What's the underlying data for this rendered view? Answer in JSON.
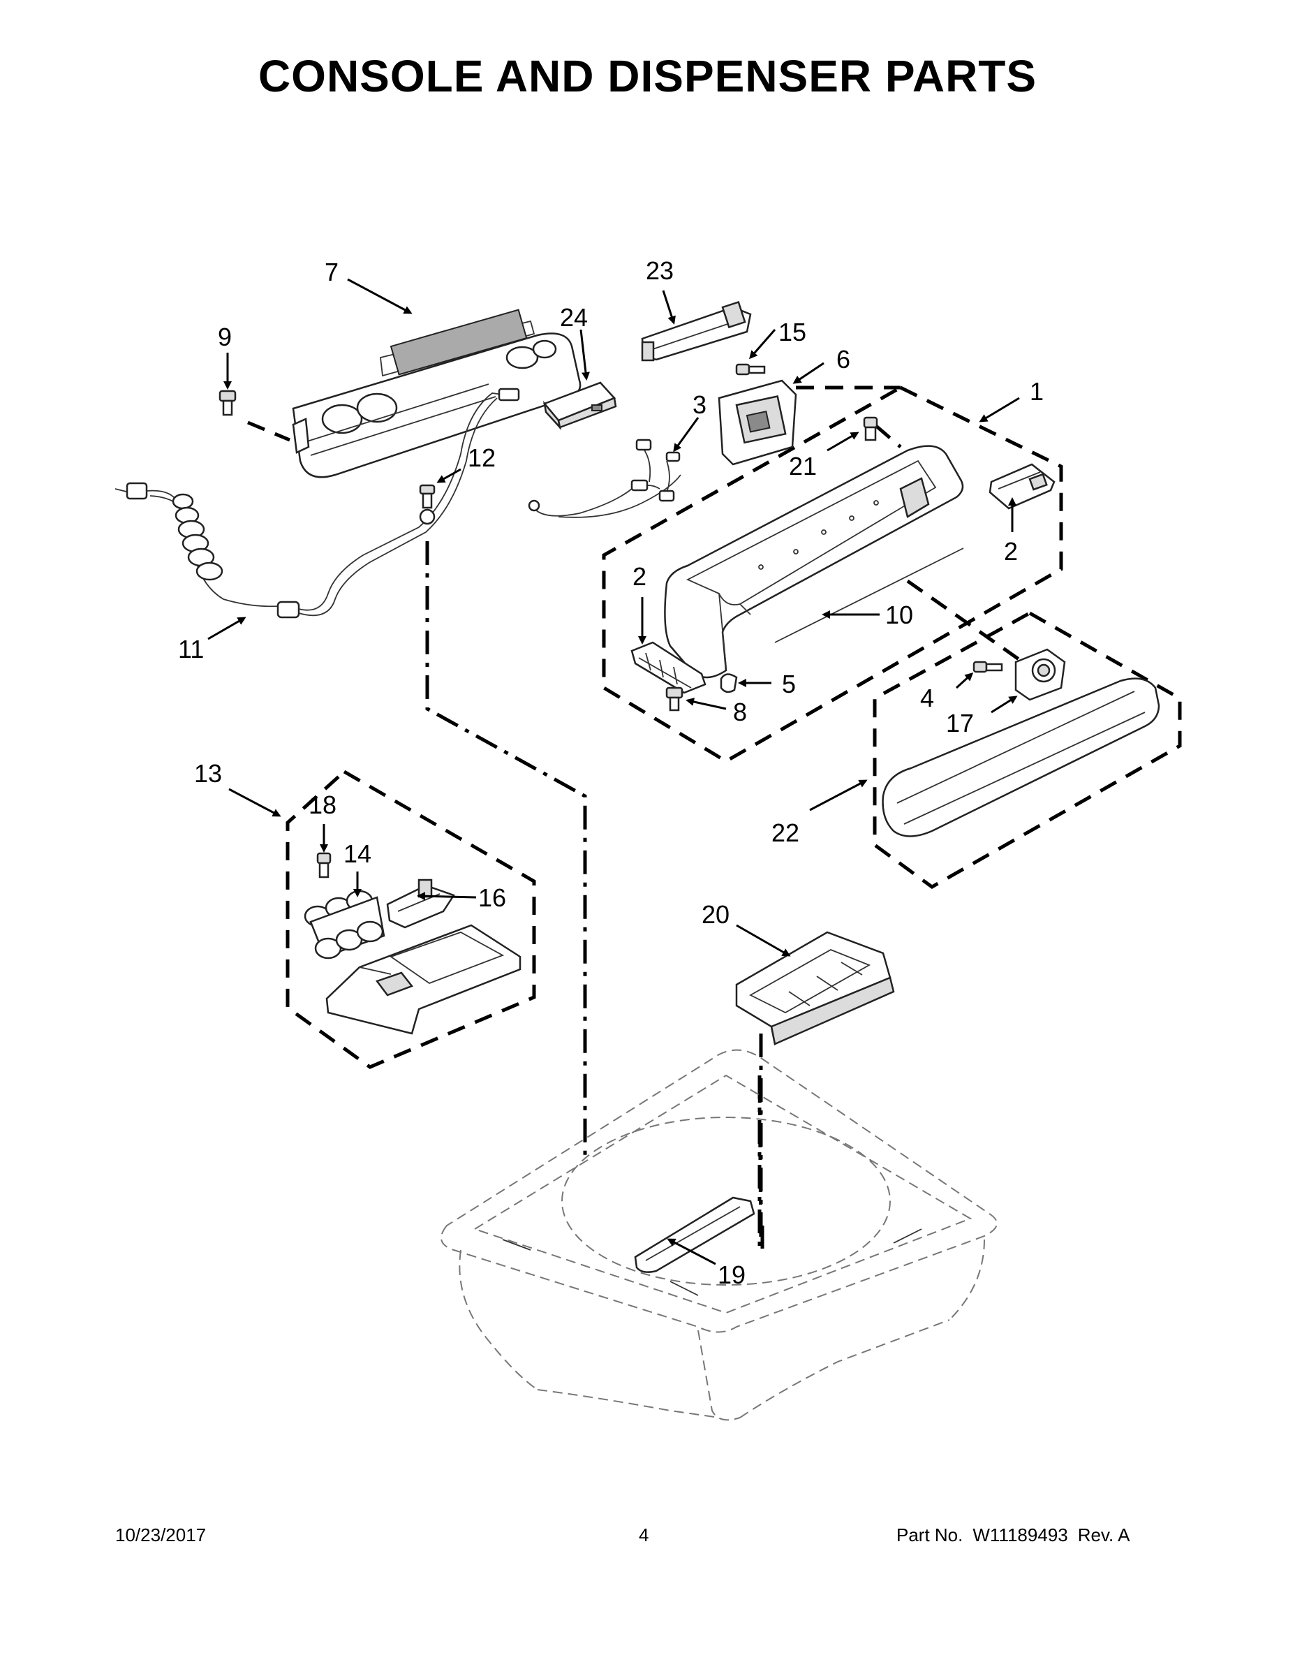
{
  "title": "CONSOLE AND DISPENSER PARTS",
  "callouts": [
    {
      "id": "c1",
      "label": "1"
    },
    {
      "id": "c2a",
      "label": "2"
    },
    {
      "id": "c2b",
      "label": "2"
    },
    {
      "id": "c3",
      "label": "3"
    },
    {
      "id": "c4",
      "label": "4"
    },
    {
      "id": "c5",
      "label": "5"
    },
    {
      "id": "c6",
      "label": "6"
    },
    {
      "id": "c7",
      "label": "7"
    },
    {
      "id": "c8",
      "label": "8"
    },
    {
      "id": "c9",
      "label": "9"
    },
    {
      "id": "c10",
      "label": "10"
    },
    {
      "id": "c11",
      "label": "11"
    },
    {
      "id": "c12",
      "label": "12"
    },
    {
      "id": "c13",
      "label": "13"
    },
    {
      "id": "c14",
      "label": "14"
    },
    {
      "id": "c15",
      "label": "15"
    },
    {
      "id": "c16",
      "label": "16"
    },
    {
      "id": "c17",
      "label": "17"
    },
    {
      "id": "c18",
      "label": "18"
    },
    {
      "id": "c19",
      "label": "19"
    },
    {
      "id": "c20",
      "label": "20"
    },
    {
      "id": "c21",
      "label": "21"
    },
    {
      "id": "c22",
      "label": "22"
    },
    {
      "id": "c23",
      "label": "23"
    },
    {
      "id": "c24",
      "label": "24"
    }
  ],
  "footer": {
    "date": "10/23/2017",
    "page": "4",
    "part_label": "Part No.",
    "part_number": "W11189493",
    "revision": "Rev. A"
  }
}
